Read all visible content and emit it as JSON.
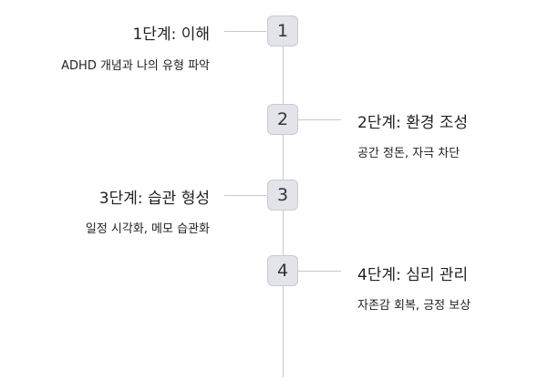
{
  "steps": [
    {
      "number": "1",
      "title": "1단계: 이해",
      "description": "ADHD 개념과 나의 유형 파악"
    },
    {
      "number": "2",
      "title": "2단계: 환경 조성",
      "description": "공간 정돈, 자극 차단"
    },
    {
      "number": "3",
      "title": "3단계: 습관 형성",
      "description": "일정 시각화, 메모 습관화"
    },
    {
      "number": "4",
      "title": "4단계: 심리 관리",
      "description": "자존감 회복, 긍정 보상"
    }
  ],
  "colors": {
    "node_fill": "#e3e3ea",
    "node_border": "#c9c9d3",
    "line": "#c8c8c8",
    "text": "#222222"
  }
}
